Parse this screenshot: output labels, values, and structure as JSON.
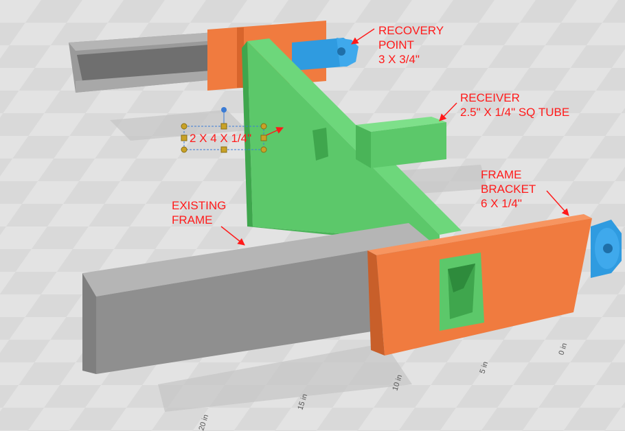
{
  "annotations": {
    "recovery_point": [
      "RECOVERY",
      "POINT",
      "3 X 3/4\""
    ],
    "receiver": [
      "RECEIVER",
      "2.5\" X 1/4\" SQ TUBE"
    ],
    "frame_bracket": [
      "FRAME",
      "BRACKET",
      "6 X 1/4\""
    ],
    "existing_frame": [
      "EXISTING",
      "FRAME"
    ],
    "cross_tube": "2 X 4 X 1/4\""
  },
  "ruler": {
    "ticks": [
      "0 in",
      "5 in",
      "10 in",
      "15 in",
      "20 in"
    ]
  },
  "colors": {
    "annotation": "#ff1a1a",
    "bracket": "#f07b3f",
    "cross_tube": "#5cc86a",
    "recovery_point": "#2f9be0",
    "frame": "#8a8a8a",
    "handle": "#c9a227",
    "rotate_handle": "#3a7bd5"
  }
}
